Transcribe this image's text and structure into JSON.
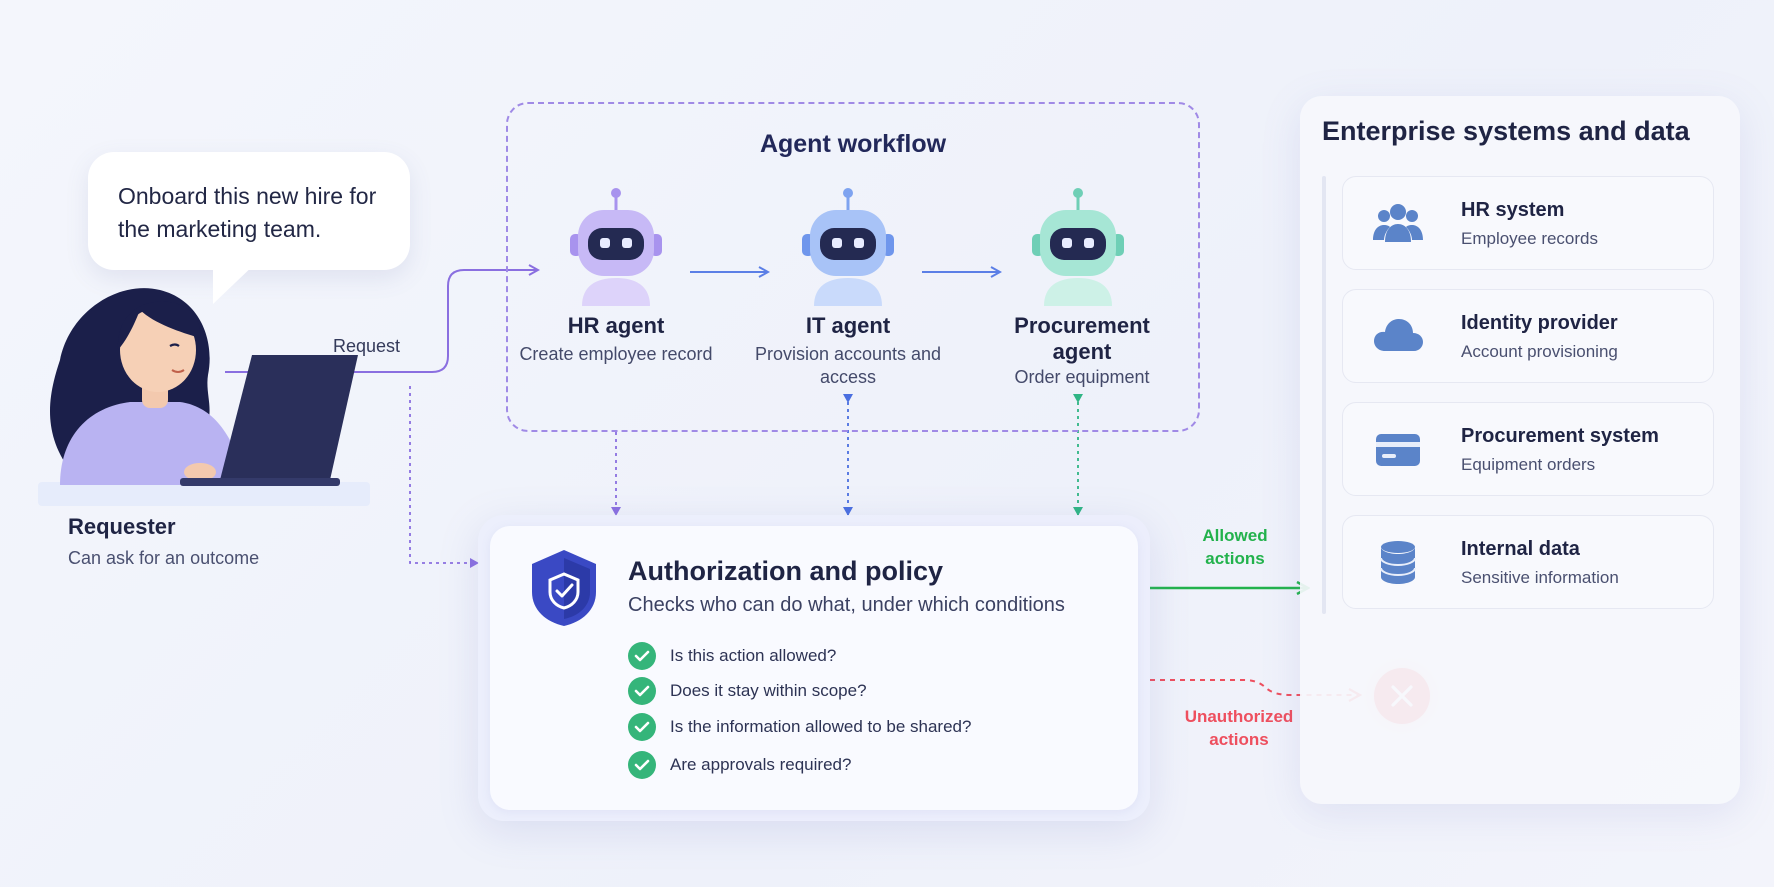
{
  "bubble": {
    "text": "Onboard this new hire for the marketing team."
  },
  "requester": {
    "title": "Requester",
    "subtitle": "Can ask for an outcome"
  },
  "request_label": "Request",
  "workflow": {
    "title": "Agent workflow",
    "agents": [
      {
        "name": "HR agent",
        "description": "Create employee record",
        "icon": "robot-icon",
        "color": "#b9a6f2"
      },
      {
        "name": "IT agent",
        "description": "Provision accounts and access",
        "icon": "robot-icon",
        "color": "#8fb2f5"
      },
      {
        "name": "Procurement agent",
        "description": "Order equipment",
        "icon": "robot-icon",
        "color": "#8fdcc9"
      }
    ]
  },
  "authorization": {
    "title": "Authorization and policy",
    "subtitle": "Checks who can do what, under which conditions",
    "checks": [
      "Is this action allowed?",
      "Does it stay within scope?",
      "Is the information allowed to be shared?",
      "Are approvals required?"
    ]
  },
  "allowed_label": "Allowed actions",
  "unauthorized_label": "Unauthorized actions",
  "enterprise": {
    "title": "Enterprise systems and data",
    "systems": [
      {
        "name": "HR system",
        "description": "Employee records",
        "icon": "users-icon"
      },
      {
        "name": "Identity provider",
        "description": "Account provisioning",
        "icon": "cloud-icon"
      },
      {
        "name": "Procurement system",
        "description": "Equipment orders",
        "icon": "card-icon"
      },
      {
        "name": "Internal data",
        "description": "Sensitive information",
        "icon": "database-icon"
      }
    ]
  },
  "colors": {
    "workflow_border": "#a08ae6",
    "allowed": "#22b24c",
    "unauthorized": "#ee4f5e",
    "check": "#35b57a",
    "shield": "#3a49c4"
  }
}
